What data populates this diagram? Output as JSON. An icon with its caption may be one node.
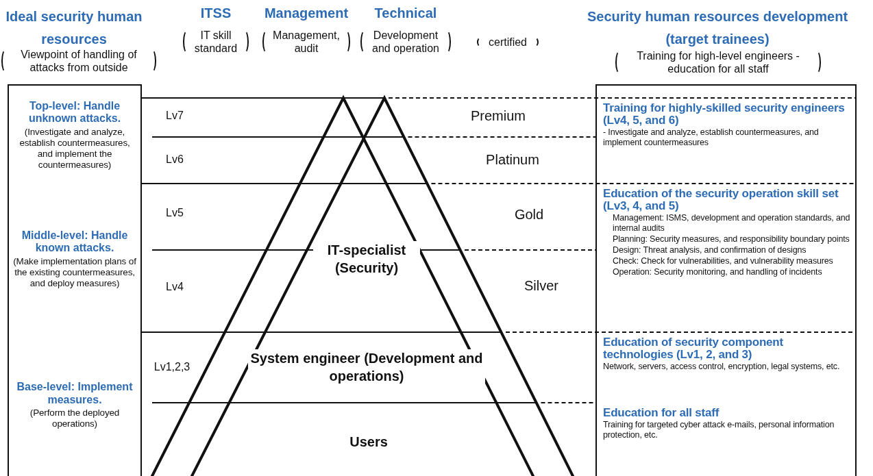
{
  "diagram": {
    "nodes": [
      {
        "text": [
          "Ideal security human resources",
          "Viewpoint of handling of attacks from outside"
        ]
      },
      {
        "text": [
          "Top-level: Handle unknown attacks.",
          "(Investigate and analyze, establish countermeasures, and implement the countermeasures)"
        ],
        "in": 0
      },
      {
        "text": [
          "Middle-level: Handle known attacks.",
          "(Make implementation plans of the existing countermeasures, and deploy measures)"
        ],
        "in": 0
      },
      {
        "text": [
          "Base-level: Implement measures.",
          "(Perform the deployed operations)"
        ],
        "in": 0
      },
      {
        "text": [
          "Security human resources development (target trainees)",
          "Training for high-level engineers - education for all staff"
        ]
      },
      {
        "text": [
          "Training for highly-skilled security engineers (Lv4, 5, and 6)",
          "- Investigate and analyze, establish countermeasures, and implement countermeasures"
        ],
        "in": 4
      },
      {
        "text": [
          "Education of the security operation skill set (Lv3, 4, and 5)",
          "Management: ISMS, development and operation standards, and internal audits",
          "Planning: Security measures, and responsibility boundary points",
          "Design: Threat analysis, and confirmation of designs",
          "Check: Check for vulnerabilities, and vulnerability measures",
          "Operation: Security monitoring, and handling of incidents"
        ],
        "in": 4
      },
      {
        "text": [
          "Education of security component technologies  (Lv1, 2, and 3)",
          "Network, servers, access control, encryption, legal systems, etc."
        ],
        "in": 4
      },
      {
        "text": [
          "Education for all staff",
          "Training for targeted cyber attack e-mails, personal information protection, etc."
        ],
        "in": 4
      }
    ],
    "labels": [
      "ITSS",
      "IT skill standard",
      "Management",
      "Management, audit",
      "Technical",
      "Development and operation",
      "certified",
      "Lv7",
      "Premium",
      "Lv6",
      "Platinum",
      "Lv5",
      "Gold",
      "IT-specialist (Security)",
      "Lv4",
      "Silver",
      "Lv1,2,3",
      "System engineer (Development and operations)",
      "Users"
    ]
  }
}
